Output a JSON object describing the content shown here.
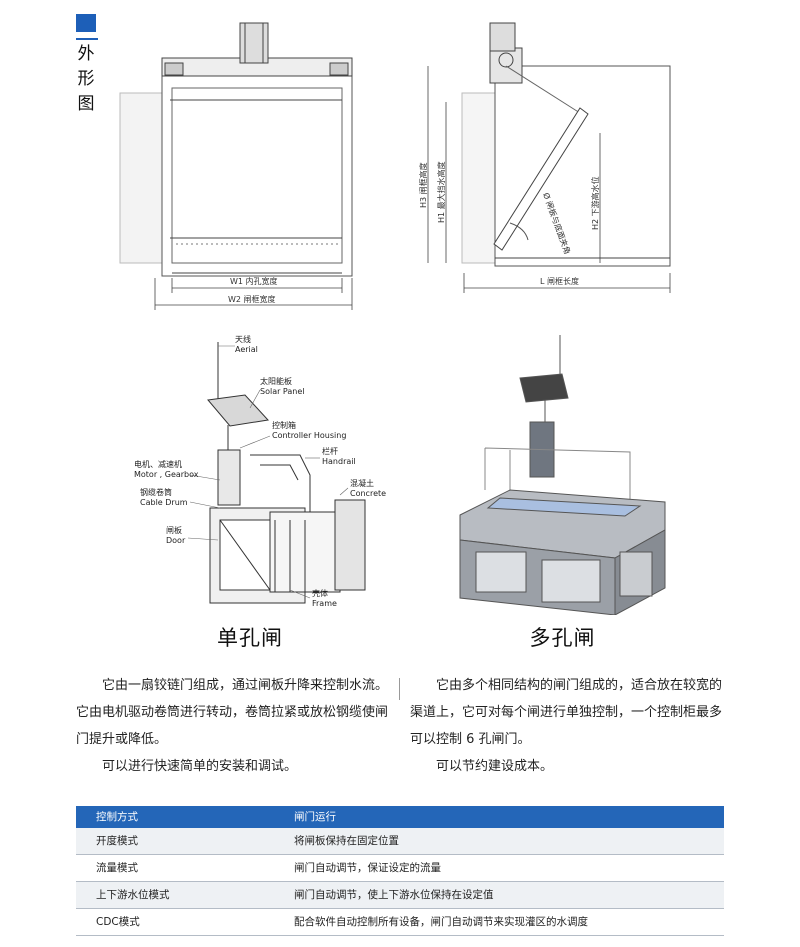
{
  "section": {
    "title_chars": [
      "外",
      "形",
      "图"
    ]
  },
  "drawing": {
    "front": {
      "w1": "W1 内孔宽度",
      "w2": "W2 闸框宽度"
    },
    "side": {
      "h3": "H3 闸框高度",
      "h1": "H1 最大挡水高度",
      "h2": "H2 下游高水位",
      "l": "L 闸框长度",
      "angle": "Ø 闸板与底面夹角"
    }
  },
  "single": {
    "heading": "单孔闸",
    "labels": {
      "aerial_cn": "天线",
      "aerial_en": "Aerial",
      "solar_cn": "太阳能板",
      "solar_en": "Solar Panel",
      "ctrl_cn": "控制箱",
      "ctrl_en": "Controller Housing",
      "rail_cn": "栏杆",
      "rail_en": "Handrail",
      "motor_cn": "电机、减速机",
      "motor_en": "Motor , Gearbox",
      "drum_cn": "钢缆卷筒",
      "drum_en": "Cable Drum",
      "concrete_cn": "混凝土",
      "concrete_en": "Concrete",
      "door_cn": "闸板",
      "door_en": "Door",
      "frame_cn": "壳体",
      "frame_en": "Frame"
    },
    "para1": "它由一扇铰链门组成，通过闸板升降来控制水流。它由电机驱动卷筒进行转动，卷筒拉紧或放松钢缆使闸门提升或降低。",
    "para2": "可以进行快速简单的安装和调试。"
  },
  "multi": {
    "heading": "多孔闸",
    "para1": "它由多个相同结构的闸门组成的，适合放在较宽的渠道上，它可对每个闸进行单独控制，一个控制柜最多可以控制 6 孔闸门。",
    "para2": "可以节约建设成本。"
  },
  "table": {
    "headers": [
      "控制方式",
      "闸门运行"
    ],
    "rows": [
      [
        "开度模式",
        "将闸板保持在固定位置"
      ],
      [
        "流量模式",
        "闸门自动调节，保证设定的流量"
      ],
      [
        "上下游水位模式",
        "闸门自动调节，使上下游水位保持在设定值"
      ],
      [
        "CDC模式",
        "配合软件自动控制所有设备，闸门自动调节来实现灌区的水调度"
      ]
    ]
  },
  "colors": {
    "accent": "#1d5fb8",
    "table_header": "#2466b8",
    "row_alt": "#eef1f4"
  }
}
